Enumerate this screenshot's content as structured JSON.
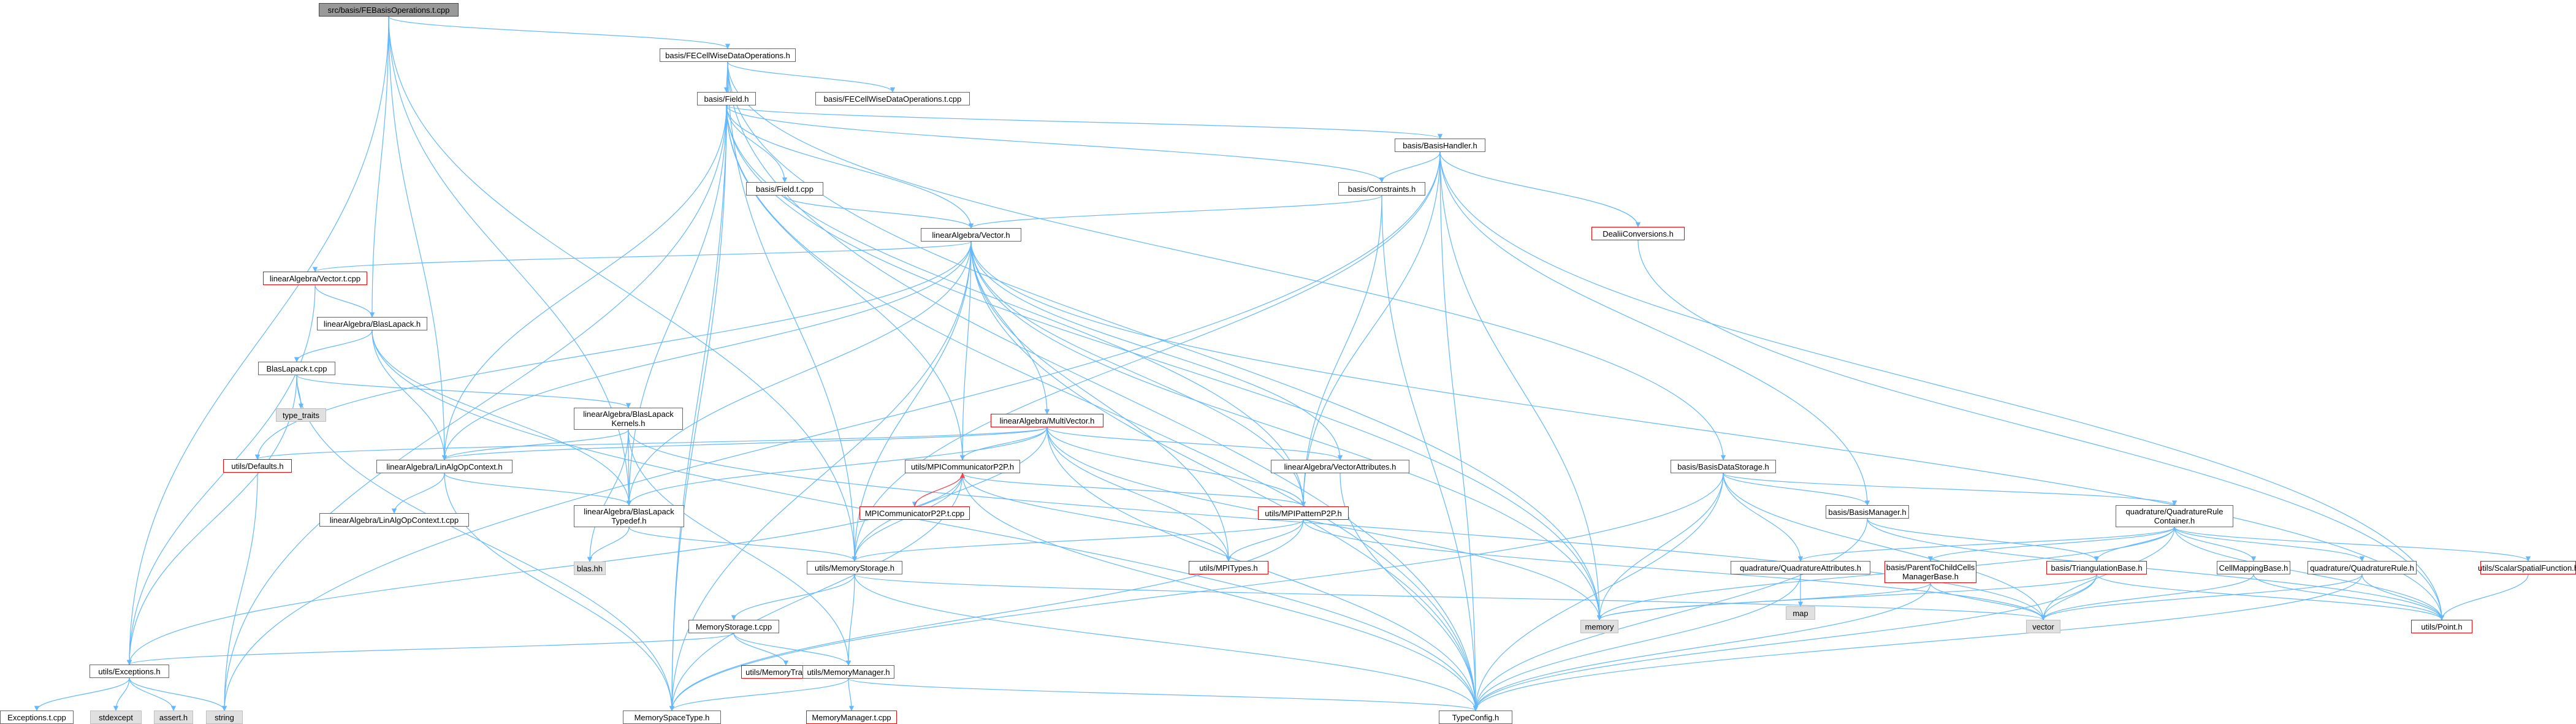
{
  "graph": {
    "colors": {
      "edge": "#63b8ff",
      "edge_red": "#ff4040",
      "border": "#666666",
      "root_fill": "#999999",
      "system_fill": "#e0e0e0",
      "truncated_border": "#ff0000"
    },
    "nodes": [
      {
        "id": "root",
        "label": "src/basis/FEBasisOperations.t.cpp",
        "kind": "root"
      },
      {
        "id": "fecw",
        "label": "basis/FECellWiseDataOperations.h",
        "kind": "normal"
      },
      {
        "id": "fecwt",
        "label": "basis/FECellWiseDataOperations.t.cpp",
        "kind": "normal"
      },
      {
        "id": "field",
        "label": "basis/Field.h",
        "kind": "normal"
      },
      {
        "id": "bh",
        "label": "basis/BasisHandler.h",
        "kind": "normal"
      },
      {
        "id": "fieldt",
        "label": "basis/Field.t.cpp",
        "kind": "normal"
      },
      {
        "id": "cons",
        "label": "basis/Constraints.h",
        "kind": "normal"
      },
      {
        "id": "deal",
        "label": "DealiiConversions.h",
        "kind": "truncated"
      },
      {
        "id": "vec",
        "label": "linearAlgebra/Vector.h",
        "kind": "normal"
      },
      {
        "id": "vect",
        "label": "linearAlgebra/Vector.t.cpp",
        "kind": "truncated"
      },
      {
        "id": "bl",
        "label": "linearAlgebra/BlasLapack.h",
        "kind": "normal"
      },
      {
        "id": "blt",
        "label": "BlasLapack.t.cpp",
        "kind": "normal"
      },
      {
        "id": "tt",
        "label": "type_traits",
        "kind": "system"
      },
      {
        "id": "blk",
        "label": "linearAlgebra/BlasLapack\nKernels.h",
        "kind": "normal"
      },
      {
        "id": "mv",
        "label": "linearAlgebra/MultiVector.h",
        "kind": "truncated"
      },
      {
        "id": "def",
        "label": "utils/Defaults.h",
        "kind": "truncated"
      },
      {
        "id": "lin",
        "label": "linearAlgebra/LinAlgOpContext.h",
        "kind": "normal"
      },
      {
        "id": "lint",
        "label": "linearAlgebra/LinAlgOpContext.t.cpp",
        "kind": "normal"
      },
      {
        "id": "blty",
        "label": "linearAlgebra/BlasLapack\nTypedef.h",
        "kind": "normal"
      },
      {
        "id": "blas",
        "label": "blas.hh",
        "kind": "system"
      },
      {
        "id": "mpic",
        "label": "utils/MPICommunicatorP2P.h",
        "kind": "normal"
      },
      {
        "id": "mpict",
        "label": "MPICommunicatorP2P.t.cpp",
        "kind": "truncated"
      },
      {
        "id": "mpip",
        "label": "utils/MPIPatternP2P.h",
        "kind": "truncated"
      },
      {
        "id": "mpit",
        "label": "utils/MPITypes.h",
        "kind": "truncated"
      },
      {
        "id": "va",
        "label": "linearAlgebra/VectorAttributes.h",
        "kind": "normal"
      },
      {
        "id": "ms",
        "label": "utils/MemoryStorage.h",
        "kind": "normal"
      },
      {
        "id": "mst",
        "label": "MemoryStorage.t.cpp",
        "kind": "normal"
      },
      {
        "id": "mtr",
        "label": "utils/MemoryTransfer.h",
        "kind": "truncated"
      },
      {
        "id": "mm",
        "label": "utils/MemoryManager.h",
        "kind": "normal"
      },
      {
        "id": "mmt",
        "label": "MemoryManager.t.cpp",
        "kind": "truncated"
      },
      {
        "id": "mstype",
        "label": "MemorySpaceType.h",
        "kind": "normal"
      },
      {
        "id": "tc",
        "label": "TypeConfig.h",
        "kind": "normal"
      },
      {
        "id": "exc",
        "label": "utils/Exceptions.h",
        "kind": "normal"
      },
      {
        "id": "exct",
        "label": "Exceptions.t.cpp",
        "kind": "normal"
      },
      {
        "id": "sexc",
        "label": "stdexcept",
        "kind": "system"
      },
      {
        "id": "assert",
        "label": "assert.h",
        "kind": "system"
      },
      {
        "id": "str",
        "label": "string",
        "kind": "system"
      },
      {
        "id": "bds",
        "label": "basis/BasisDataStorage.h",
        "kind": "normal"
      },
      {
        "id": "bm",
        "label": "basis/BasisManager.h",
        "kind": "normal"
      },
      {
        "id": "qrc",
        "label": "quadrature/QuadratureRule\nContainer.h",
        "kind": "normal"
      },
      {
        "id": "qa",
        "label": "quadrature/QuadratureAttributes.h",
        "kind": "normal"
      },
      {
        "id": "map",
        "label": "map",
        "kind": "system"
      },
      {
        "id": "pcm",
        "label": "basis/ParentToChildCells\nManagerBase.h",
        "kind": "truncated"
      },
      {
        "id": "tri",
        "label": "basis/TriangulationBase.h",
        "kind": "truncated"
      },
      {
        "id": "cmb",
        "label": "CellMappingBase.h",
        "kind": "normal"
      },
      {
        "id": "qr",
        "label": "quadrature/QuadratureRule.h",
        "kind": "normal"
      },
      {
        "id": "ssf",
        "label": "utils/ScalarSpatialFunction.h",
        "kind": "truncated"
      },
      {
        "id": "mem",
        "label": "memory",
        "kind": "system"
      },
      {
        "id": "vector",
        "label": "vector",
        "kind": "system"
      },
      {
        "id": "point",
        "label": "utils/Point.h",
        "kind": "truncated"
      }
    ],
    "edges": [
      [
        "root",
        "fecw"
      ],
      [
        "root",
        "exc"
      ],
      [
        "root",
        "bl"
      ],
      [
        "root",
        "lin"
      ],
      [
        "root",
        "blty"
      ],
      [
        "root",
        "ms"
      ],
      [
        "fecw",
        "fecwt"
      ],
      [
        "fecw",
        "field"
      ],
      [
        "fecw",
        "bds"
      ],
      [
        "fecw",
        "mstype"
      ],
      [
        "fecw",
        "tc"
      ],
      [
        "fecw",
        "mem"
      ],
      [
        "fecw",
        "ms"
      ],
      [
        "field",
        "bh"
      ],
      [
        "field",
        "fieldt"
      ],
      [
        "field",
        "cons"
      ],
      [
        "field",
        "vec"
      ],
      [
        "field",
        "lin"
      ],
      [
        "field",
        "mpic"
      ],
      [
        "field",
        "mpip"
      ],
      [
        "field",
        "mstype"
      ],
      [
        "field",
        "tc"
      ],
      [
        "field",
        "str"
      ],
      [
        "field",
        "mem"
      ],
      [
        "field",
        "blty"
      ],
      [
        "fieldt",
        "vec"
      ],
      [
        "bh",
        "cons"
      ],
      [
        "bh",
        "deal"
      ],
      [
        "bh",
        "bm"
      ],
      [
        "bh",
        "ms"
      ],
      [
        "bh",
        "mpip"
      ],
      [
        "bh",
        "point"
      ],
      [
        "bh",
        "tc"
      ],
      [
        "bh",
        "mem"
      ],
      [
        "bh",
        "str"
      ],
      [
        "cons",
        "vec"
      ],
      [
        "cons",
        "mpip"
      ],
      [
        "cons",
        "tc"
      ],
      [
        "deal",
        "point"
      ],
      [
        "vec",
        "vect"
      ],
      [
        "vec",
        "mv"
      ],
      [
        "vec",
        "lin"
      ],
      [
        "vec",
        "blty"
      ],
      [
        "vec",
        "va"
      ],
      [
        "vec",
        "mpic"
      ],
      [
        "vec",
        "mpip"
      ],
      [
        "vec",
        "mpit"
      ],
      [
        "vec",
        "ms"
      ],
      [
        "vec",
        "tc"
      ],
      [
        "vec",
        "mem"
      ],
      [
        "vec",
        "def"
      ],
      [
        "vec",
        "mstype"
      ],
      [
        "vec",
        "point"
      ],
      [
        "vect",
        "bl"
      ],
      [
        "vect",
        "exc"
      ],
      [
        "bl",
        "blt"
      ],
      [
        "bl",
        "lin"
      ],
      [
        "bl",
        "blty"
      ],
      [
        "bl",
        "tc"
      ],
      [
        "blt",
        "tt"
      ],
      [
        "blt",
        "blk"
      ],
      [
        "blt",
        "exc"
      ],
      [
        "blt",
        "mstype"
      ],
      [
        "blk",
        "lin"
      ],
      [
        "blk",
        "blty"
      ],
      [
        "blk",
        "blas"
      ],
      [
        "blk",
        "mm"
      ],
      [
        "blk",
        "vector"
      ],
      [
        "mv",
        "lin"
      ],
      [
        "mv",
        "blty"
      ],
      [
        "mv",
        "va"
      ],
      [
        "mv",
        "mpic"
      ],
      [
        "mv",
        "mpip"
      ],
      [
        "mv",
        "mpit"
      ],
      [
        "mv",
        "ms"
      ],
      [
        "mv",
        "def"
      ],
      [
        "mv",
        "tc"
      ],
      [
        "mv",
        "mem"
      ],
      [
        "def",
        "str"
      ],
      [
        "lin",
        "lint"
      ],
      [
        "lin",
        "blty"
      ],
      [
        "lin",
        "mstype"
      ],
      [
        "blty",
        "blas"
      ],
      [
        "blty",
        "ms"
      ],
      [
        "mpic",
        "mpict"
      ],
      [
        "mpic",
        "mpip"
      ],
      [
        "mpic",
        "mpit"
      ],
      [
        "mpic",
        "ms"
      ],
      [
        "mpic",
        "exc"
      ],
      [
        "mpic",
        "mstype"
      ],
      [
        "mpic",
        "tc"
      ],
      [
        "mpip",
        "mpit"
      ],
      [
        "mpip",
        "ms"
      ],
      [
        "mpip",
        "mstype"
      ],
      [
        "mpip",
        "vector"
      ],
      [
        "va",
        "tc"
      ],
      [
        "ms",
        "mst"
      ],
      [
        "ms",
        "mm"
      ],
      [
        "ms",
        "tc"
      ],
      [
        "ms",
        "vector"
      ],
      [
        "mst",
        "mtr"
      ],
      [
        "mst",
        "mm"
      ],
      [
        "mst",
        "exc"
      ],
      [
        "mm",
        "mmt"
      ],
      [
        "mm",
        "mstype"
      ],
      [
        "mm",
        "tc"
      ],
      [
        "exc",
        "exct"
      ],
      [
        "exc",
        "sexc"
      ],
      [
        "exc",
        "assert"
      ],
      [
        "exc",
        "str"
      ],
      [
        "bds",
        "bm"
      ],
      [
        "bds",
        "qrc"
      ],
      [
        "bds",
        "qa"
      ],
      [
        "bds",
        "mstype"
      ],
      [
        "bds",
        "tc"
      ],
      [
        "bds",
        "mem"
      ],
      [
        "bds",
        "vector"
      ],
      [
        "bm",
        "tri"
      ],
      [
        "bm",
        "point"
      ],
      [
        "bm",
        "tc"
      ],
      [
        "qrc",
        "qa"
      ],
      [
        "qrc",
        "pcm"
      ],
      [
        "qrc",
        "tri"
      ],
      [
        "qrc",
        "cmb"
      ],
      [
        "qrc",
        "qr"
      ],
      [
        "qrc",
        "ssf"
      ],
      [
        "qrc",
        "point"
      ],
      [
        "qrc",
        "mem"
      ],
      [
        "qrc",
        "vector"
      ],
      [
        "qa",
        "map"
      ],
      [
        "qa",
        "tc"
      ],
      [
        "pcm",
        "tc"
      ],
      [
        "pcm",
        "vector"
      ],
      [
        "pcm",
        "mem"
      ],
      [
        "tri",
        "point"
      ],
      [
        "tri",
        "vector"
      ],
      [
        "tri",
        "mem"
      ],
      [
        "tri",
        "tc"
      ],
      [
        "cmb",
        "vector"
      ],
      [
        "cmb",
        "point"
      ],
      [
        "qr",
        "point"
      ],
      [
        "qr",
        "tc"
      ],
      [
        "qr",
        "vector"
      ],
      [
        "ssf",
        "point"
      ]
    ],
    "red_edges": [
      [
        "mpict",
        "mpic"
      ]
    ]
  }
}
